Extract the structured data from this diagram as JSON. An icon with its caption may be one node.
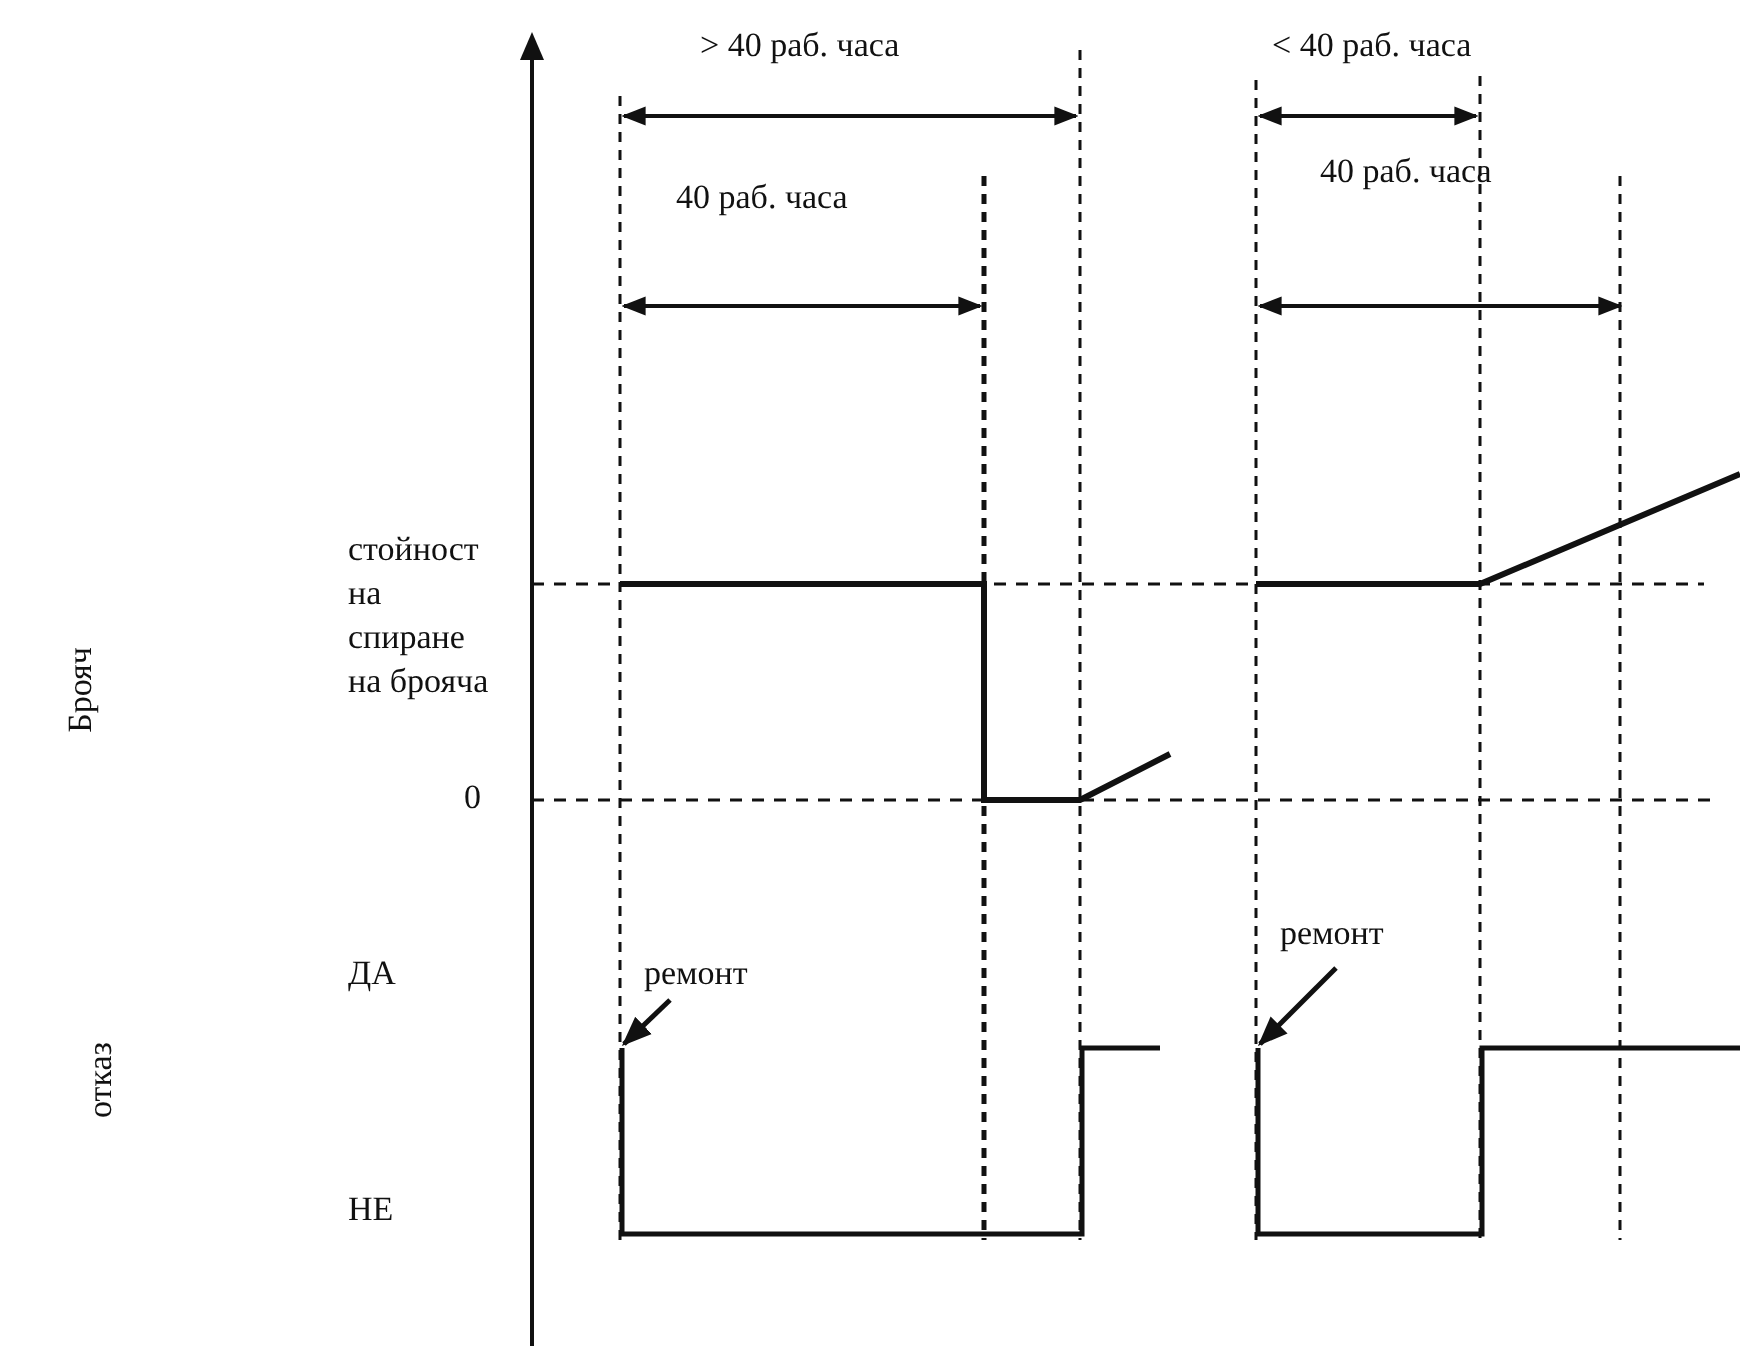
{
  "diagram": {
    "nodes": [
      {
        "text": [
          "ремонт"
        ]
      },
      {
        "text": [
          "ремонт"
        ]
      },
      {
        "text": [],
        "shape": "waveform"
      }
    ],
    "edges": [
      {
        "from": 0,
        "to": 2,
        "arrow": "to"
      },
      {
        "from": 1,
        "to": 2,
        "arrow": "to"
      }
    ],
    "labels": [
      "> 40 раб. часа",
      "< 40 раб. часа",
      "40 раб. часа",
      "40 раб. часа",
      "стойност на спиране на брояча",
      "Брояч",
      "0",
      "ДА",
      "отказ",
      "НЕ"
    ]
  }
}
